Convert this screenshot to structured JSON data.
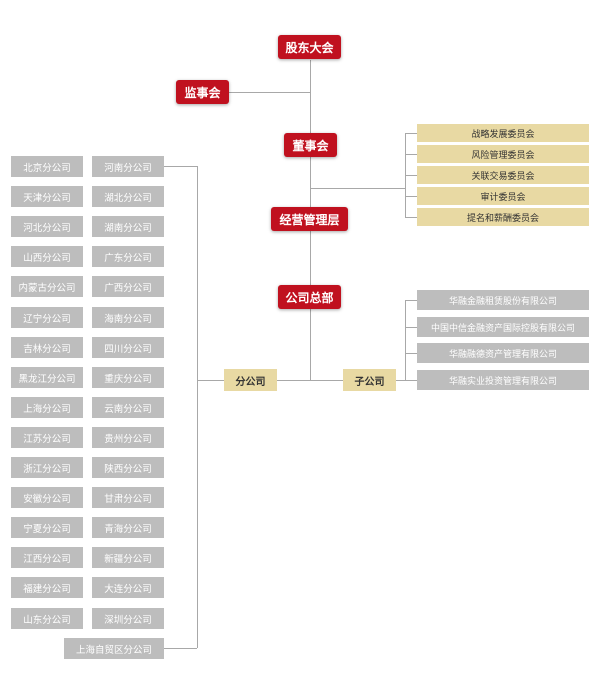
{
  "top": {
    "shareholders": "股东大会",
    "supervisory": "监事会",
    "board": "董事会",
    "management": "经营管理层",
    "headquarters": "公司总部",
    "branch_label": "分公司",
    "subsidiary_label": "子公司"
  },
  "committees": [
    "战略发展委员会",
    "风险管理委员会",
    "关联交易委员会",
    "审计委员会",
    "提名和薪酬委员会"
  ],
  "subsidiaries": [
    "华融金融租赁股份有限公司",
    "中国中信金融资产国际控股有限公司",
    "华融融德资产管理有限公司",
    "华融实业投资管理有限公司"
  ],
  "branches_left": [
    "北京分公司",
    "天津分公司",
    "河北分公司",
    "山西分公司",
    "内蒙古分公司",
    "辽宁分公司",
    "吉林分公司",
    "黑龙江分公司",
    "上海分公司",
    "江苏分公司",
    "浙江分公司",
    "安徽分公司",
    "宁夏分公司",
    "江西分公司",
    "福建分公司",
    "山东分公司"
  ],
  "branches_right": [
    "河南分公司",
    "湖北分公司",
    "湖南分公司",
    "广东分公司",
    "广西分公司",
    "海南分公司",
    "四川分公司",
    "重庆分公司",
    "云南分公司",
    "贵州分公司",
    "陕西分公司",
    "甘肃分公司",
    "青海分公司",
    "新疆分公司",
    "大连分公司",
    "深圳分公司"
  ],
  "branch_extra": "上海自贸区分公司",
  "colors": {
    "primary": "#c0111f",
    "accent": "#e8d9a3",
    "neutral": "#bdbdbd",
    "connector": "#a8a8a8"
  }
}
